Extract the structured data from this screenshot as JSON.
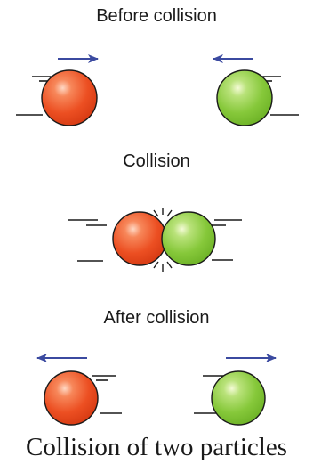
{
  "labels": {
    "before": "Before collision",
    "collision": "Collision",
    "after": "After collision"
  },
  "caption": "Collision of two particles",
  "colors": {
    "red_ball": "#f0582a",
    "green_ball": "#8ccf3a",
    "arrow": "#3b4aa0",
    "lines": "#1a1a1a"
  },
  "icons": [
    "arrow-right-icon",
    "arrow-left-icon",
    "motion-lines-icon",
    "impact-burst-icon"
  ]
}
